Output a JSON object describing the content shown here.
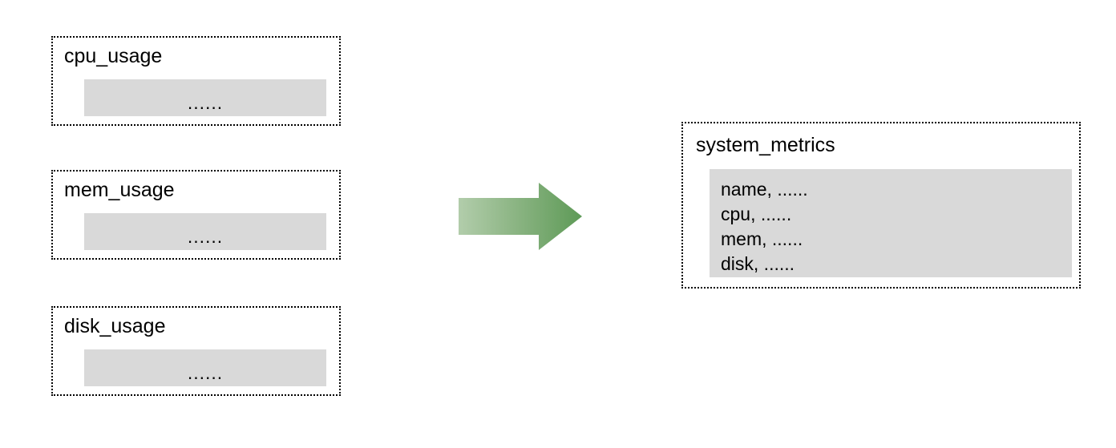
{
  "diagram": {
    "title": "",
    "type": "data-consolidation-flow",
    "colors": {
      "box_fill": "#d9d9d9",
      "box_border": "#000000",
      "canvas": "#ffffff",
      "arrow_gradient_start": "#a8c6a1",
      "arrow_gradient_end": "#5e9a57"
    },
    "sources": [
      {
        "title": "cpu_usage",
        "body": "......"
      },
      {
        "title": "mem_usage",
        "body": "......"
      },
      {
        "title": "disk_usage",
        "body": "......"
      }
    ],
    "connector": {
      "icon": "right-arrow-icon",
      "direction": "right",
      "label": ""
    },
    "target": {
      "title": "system_metrics",
      "fields": [
        "name, ......",
        "cpu, ......",
        "mem, ......",
        "disk, ......"
      ]
    }
  }
}
